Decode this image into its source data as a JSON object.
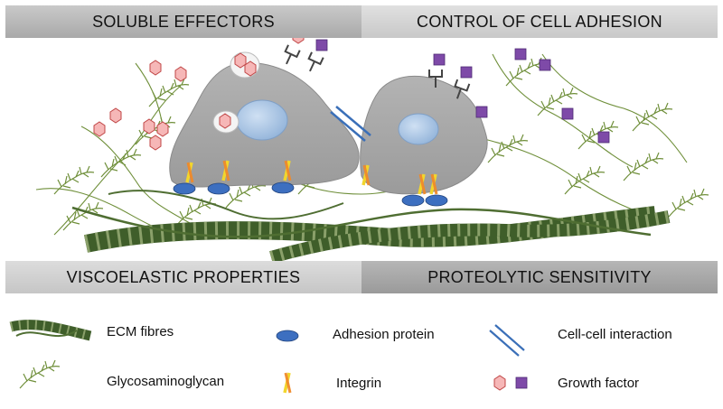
{
  "banners": {
    "top_left": "SOLUBLE EFFECTORS",
    "top_right": "CONTROL OF CELL ADHESION",
    "bottom_left": "VISCOELASTIC PROPERTIES",
    "bottom_right": "PROTEOLYTIC SENSITIVITY"
  },
  "legend": {
    "ecm_fibres": "ECM fibres",
    "glycosaminoglycan": "Glycosaminoglycan",
    "adhesion_protein": "Adhesion protein",
    "integrin": "Integrin",
    "cell_cell_interaction": "Cell-cell interaction",
    "growth_factor": "Growth factor"
  },
  "colors": {
    "cell_fill": "#a7a7a7",
    "nucleus": "#a9c6e6",
    "ecm_fibre": "#3f5e2a",
    "gag": "#6f8f3a",
    "adhesion_protein": "#3d6fc0",
    "integrin_yellow": "#f2d62c",
    "integrin_orange": "#f08a2a",
    "growth_factor_hex": "#f6b7b7",
    "growth_factor_square": "#7e4aa8",
    "cell_cell": "#3a6fb8"
  }
}
